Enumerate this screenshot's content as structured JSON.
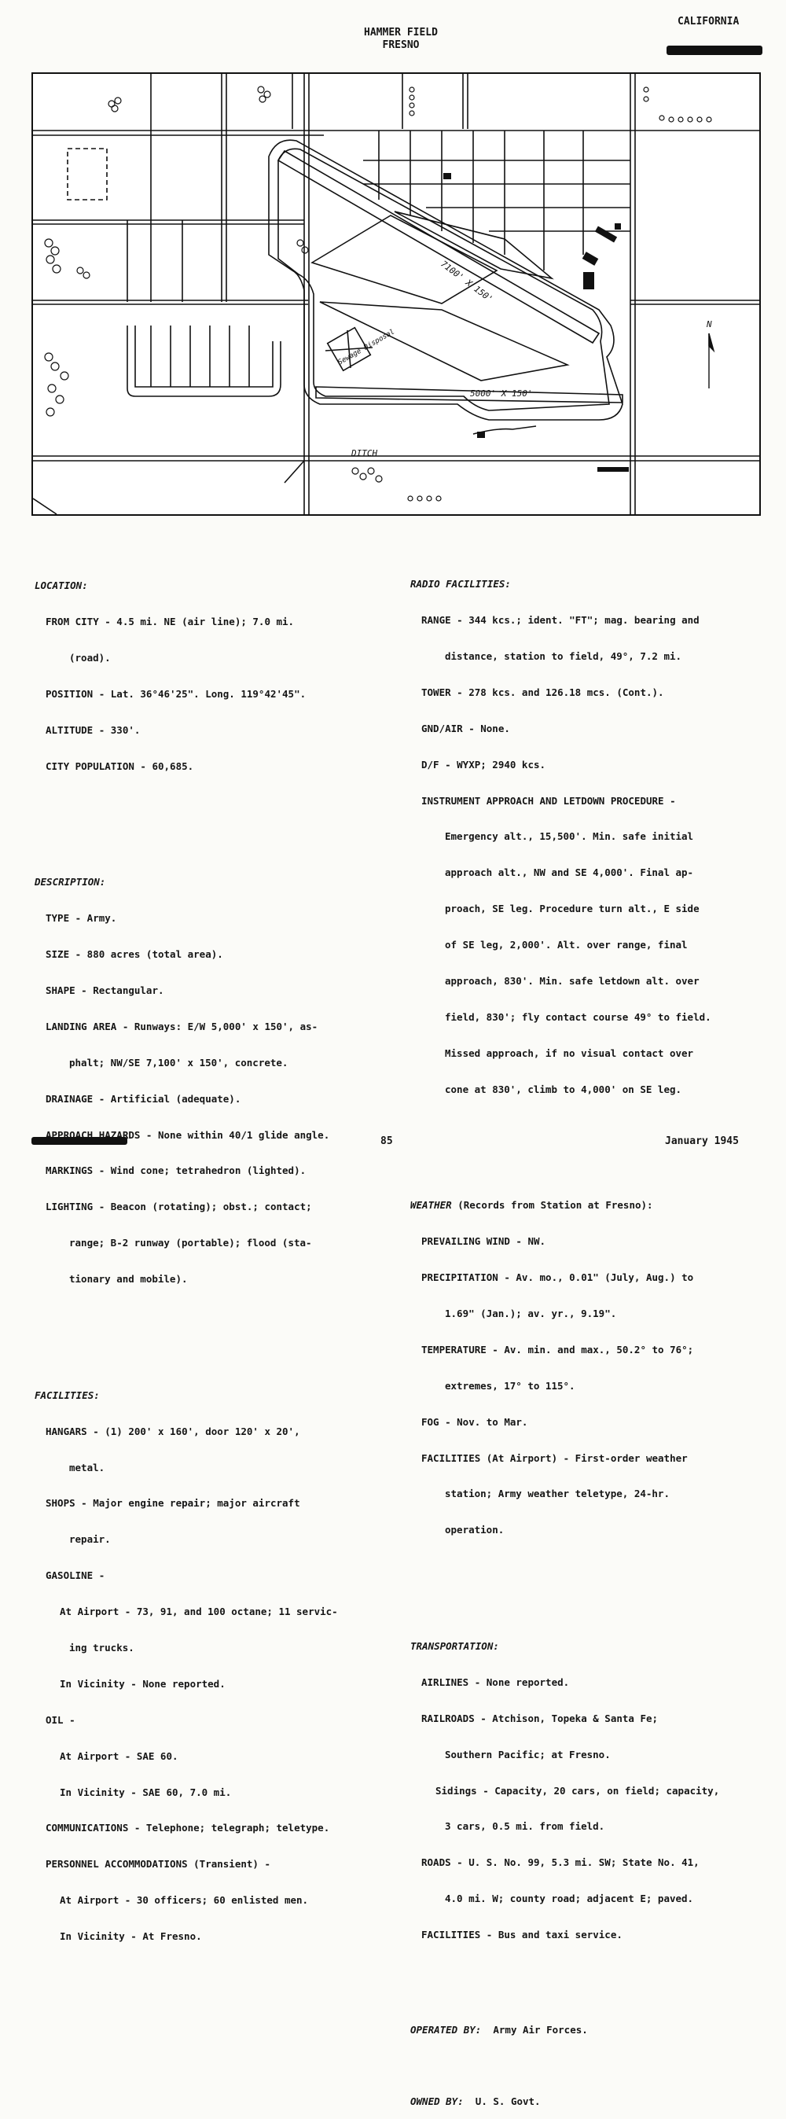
{
  "header": {
    "field_name": "HAMMER FIELD",
    "city": "FRESNO",
    "state": "CALIFORNIA"
  },
  "map": {
    "runway_nwse_label": "7100' X 150'",
    "runway_ew_label": "5000' X 150'",
    "sewage_label": "Sewage Disposal",
    "ditch_label": "DITCH",
    "north_label": "N"
  },
  "left": {
    "location": {
      "title": "LOCATION:",
      "lines": [
        "FROM CITY - 4.5 mi. NE (air line); 7.0 mi.",
        "(road).",
        "POSITION - Lat. 36°46'25\". Long. 119°42'45\".",
        "ALTITUDE - 330'.",
        "CITY POPULATION - 60,685."
      ]
    },
    "description": {
      "title": "DESCRIPTION:",
      "lines": [
        "TYPE - Army.",
        "SIZE - 880 acres (total area).",
        "SHAPE - Rectangular.",
        "LANDING AREA - Runways: E/W 5,000' x 150', as-",
        "phalt; NW/SE 7,100' x 150', concrete.",
        "DRAINAGE - Artificial (adequate).",
        "APPROACH HAZARDS - None within 40/1 glide angle.",
        "MARKINGS - Wind cone; tetrahedron (lighted).",
        "LIGHTING - Beacon (rotating); obst.; contact;",
        "range; B-2 runway (portable); flood (sta-",
        "tionary and mobile)."
      ]
    },
    "facilities": {
      "title": "FACILITIES:",
      "lines": [
        "HANGARS - (1) 200' x 160', door 120' x 20',",
        "metal.",
        "SHOPS - Major engine repair; major aircraft",
        "repair.",
        "GASOLINE -",
        "At Airport - 73, 91, and 100 octane; 11 servic-",
        "ing trucks.",
        "In Vicinity - None reported.",
        "OIL -",
        "At Airport - SAE 60.",
        "In Vicinity - SAE 60, 7.0 mi.",
        "COMMUNICATIONS - Telephone; telegraph; teletype.",
        "PERSONNEL ACCOMMODATIONS (Transient) -",
        "At Airport - 30 officers; 60 enlisted men.",
        "In Vicinity - At Fresno."
      ]
    }
  },
  "right": {
    "radio": {
      "title": "RADIO FACILITIES:",
      "lines": [
        "RANGE - 344 kcs.; ident. \"FT\"; mag. bearing and",
        "distance, station to field, 49°, 7.2 mi.",
        "TOWER - 278 kcs. and 126.18 mcs. (Cont.).",
        "GND/AIR - None.",
        "D/F - WYXP; 2940 kcs.",
        "INSTRUMENT APPROACH AND LETDOWN PROCEDURE -",
        "Emergency alt., 15,500'. Min. safe initial",
        "approach alt., NW and SE 4,000'. Final ap-",
        "proach, SE leg. Procedure turn alt., E side",
        "of SE leg, 2,000'. Alt. over range, final",
        "approach, 830'. Min. safe letdown alt. over",
        "field, 830'; fly contact course 49° to field.",
        "Missed approach, if no visual contact over",
        "cone at 830', climb to 4,000' on SE leg."
      ]
    },
    "weather": {
      "title": "WEATHER",
      "title_rest": " (Records from Station at Fresno):",
      "lines": [
        "PREVAILING WIND - NW.",
        "PRECIPITATION - Av. mo., 0.01\" (July, Aug.) to",
        "1.69\" (Jan.); av. yr., 9.19\".",
        "TEMPERATURE - Av. min. and max., 50.2° to 76°;",
        "extremes, 17° to 115°.",
        "FOG - Nov. to Mar.",
        "FACILITIES (At Airport) - First-order weather",
        "station; Army weather teletype, 24-hr.",
        "operation."
      ]
    },
    "transportation": {
      "title": "TRANSPORTATION:",
      "lines": [
        "AIRLINES - None reported.",
        "RAILROADS - Atchison, Topeka & Santa Fe;",
        "Southern Pacific; at Fresno.",
        "Sidings - Capacity, 20 cars, on field; capacity,",
        "3 cars, 0.5 mi. from field.",
        "ROADS - U. S. No. 99, 5.3 mi. SW; State No. 41,",
        "4.0 mi. W; county road; adjacent E; paved.",
        "FACILITIES - Bus and taxi service."
      ]
    },
    "operated": {
      "label": "OPERATED BY:",
      "value": "Army Air Forces."
    },
    "owned": {
      "label": "OWNED BY:",
      "value": "U. S. Govt."
    }
  },
  "footer": {
    "page_number": "85",
    "date": "January 1945"
  }
}
